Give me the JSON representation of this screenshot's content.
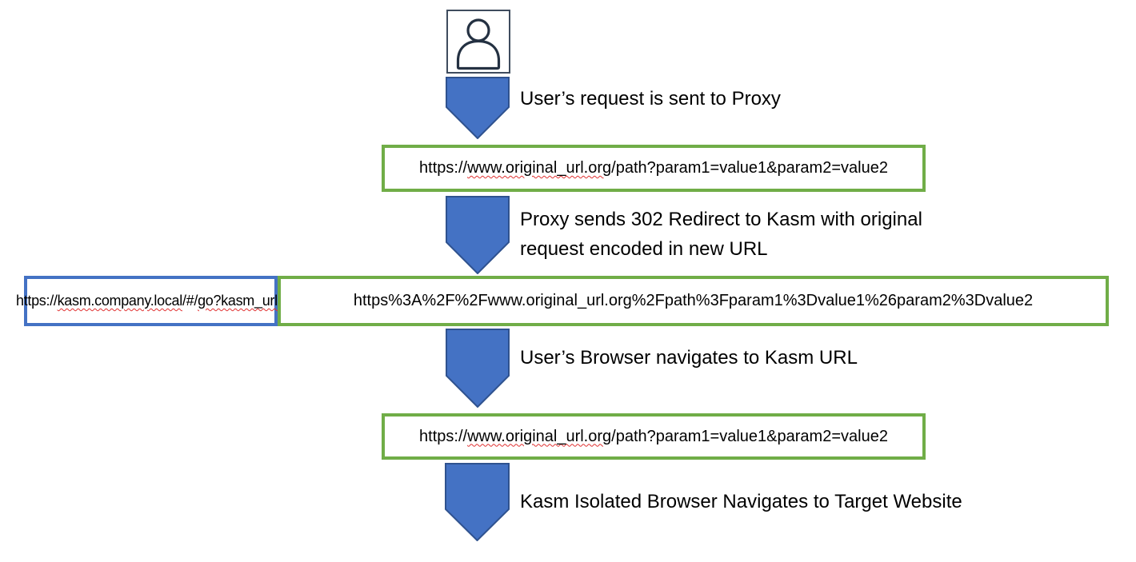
{
  "colors": {
    "arrow_fill": "#4472C4",
    "arrow_border": "#2F528F",
    "green_border": "#70AD47",
    "blue_border": "#4472C4",
    "spellcheck_red": "#E03131",
    "icon_stroke": "#243142",
    "icon_box_border": "#3F4C5E",
    "text_color": "#000000"
  },
  "icons": {
    "user": "person-outline-icon",
    "arrow": "down-arrow"
  },
  "steps": {
    "step1_label": "User’s request is sent to Proxy",
    "step2_label_line1": "Proxy sends 302 Redirect to Kasm with original",
    "step2_label_line2": "request encoded in new URL",
    "step3_label": "User’s Browser navigates to Kasm URL",
    "step4_label": "Kasm Isolated Browser Navigates to Target Website"
  },
  "urls": {
    "original": {
      "segments": [
        {
          "text": "https://",
          "misspelled": false
        },
        {
          "text": "www.original_url.org",
          "misspelled": true
        },
        {
          "text": "/path?param1=value1&param2=value2",
          "misspelled": false
        }
      ]
    },
    "kasm_prefix": {
      "segments": [
        {
          "text": "https://",
          "misspelled": false
        },
        {
          "text": "kasm.company.local",
          "misspelled": true
        },
        {
          "text": "/#/",
          "misspelled": false
        },
        {
          "text": "go?kasm_url=",
          "misspelled": true
        }
      ]
    },
    "kasm_encoded": "https%3A%2F%2Fwww.original_url.org%2Fpath%3Fparam1%3Dvalue1%26param2%3Dvalue2"
  }
}
